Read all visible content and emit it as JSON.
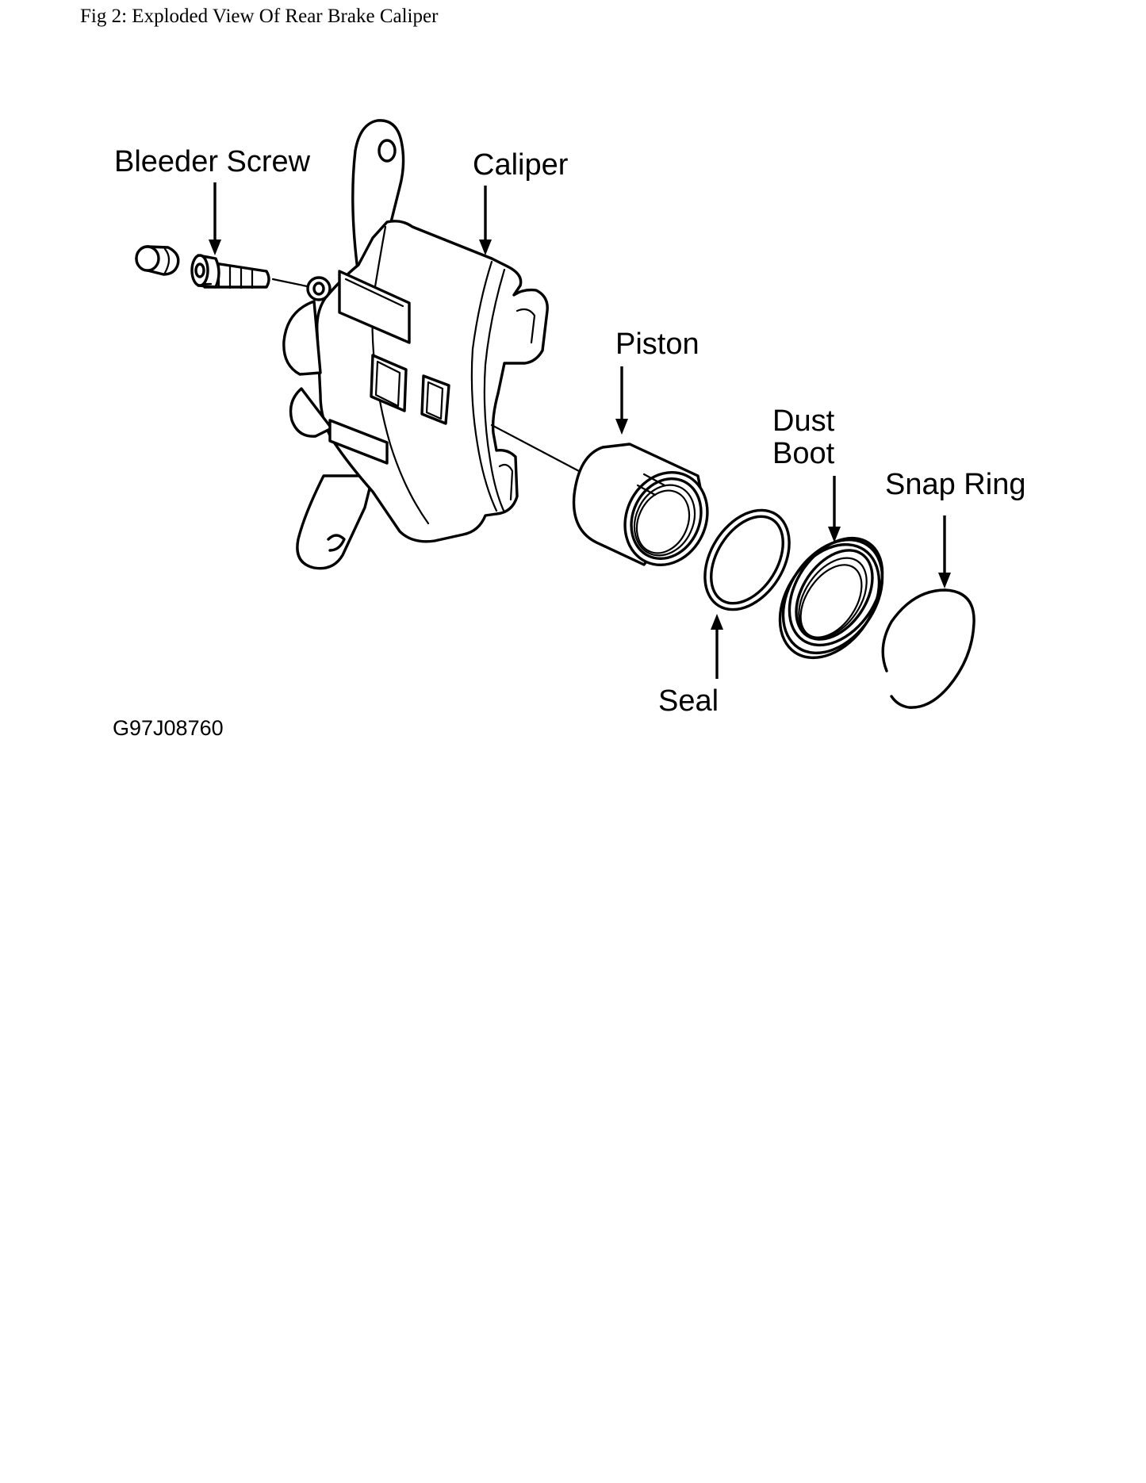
{
  "figure": {
    "caption": "Fig 2: Exploded View Of Rear Brake Caliper",
    "code": "G97J08760"
  },
  "labels": {
    "bleeder_screw": "Bleeder Screw",
    "caliper": "Caliper",
    "piston": "Piston",
    "dust_boot_line1": "Dust",
    "dust_boot_line2": "Boot",
    "snap_ring": "Snap Ring",
    "seal": "Seal"
  }
}
